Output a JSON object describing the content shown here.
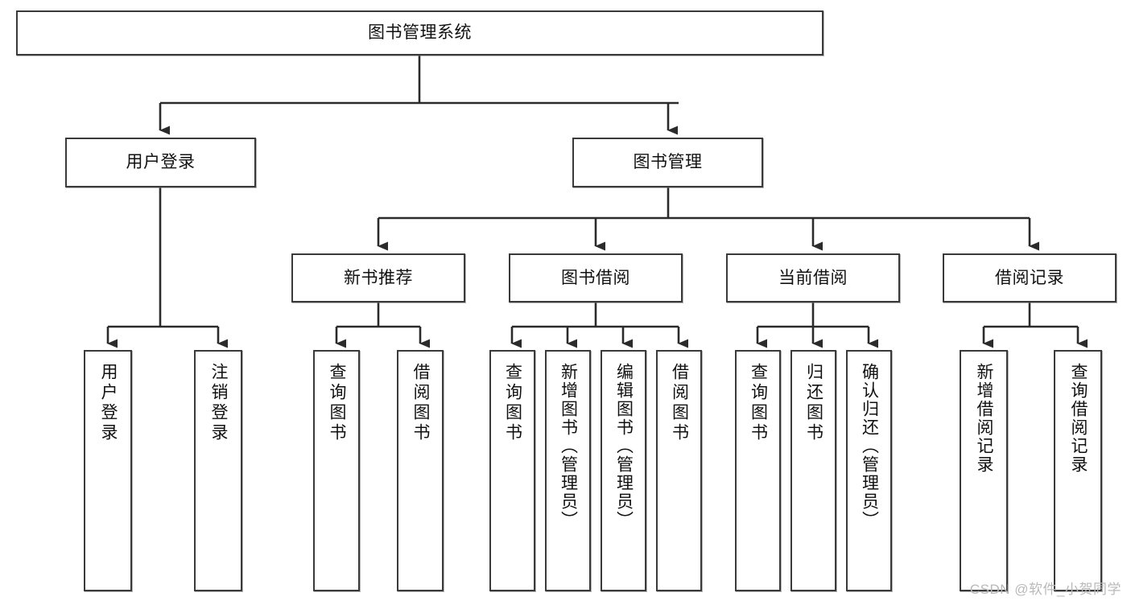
{
  "diagram": {
    "title": "图书管理系统",
    "type": "tree-hierarchy-flowchart",
    "watermark": "CSDN @软件_小贺同学",
    "colors": {
      "box_border": "#3a3a3a",
      "box_fill": "#ffffff",
      "connector": "#2b2b2b",
      "text": "#111111",
      "watermark": "#b9b9b9",
      "background": "#ffffff"
    },
    "root": {
      "label": "图书管理系统"
    },
    "level2": [
      {
        "label": "用户登录"
      },
      {
        "label": "图书管理"
      }
    ],
    "level3": [
      {
        "label": "新书推荐"
      },
      {
        "label": "图书借阅"
      },
      {
        "label": "当前借阅"
      },
      {
        "label": "借阅记录"
      }
    ],
    "leaves": {
      "user_login": [
        {
          "label": "用户登录"
        },
        {
          "label": "注销登录"
        }
      ],
      "new_book_recommend": [
        {
          "label": "查询图书"
        },
        {
          "label": "借阅图书"
        }
      ],
      "book_borrow": [
        {
          "label": "查询图书"
        },
        {
          "label": "新增图书（管理员）"
        },
        {
          "label": "编辑图书（管理员）"
        },
        {
          "label": "借阅图书"
        }
      ],
      "current_borrow": [
        {
          "label": "查询图书"
        },
        {
          "label": "归还图书"
        },
        {
          "label": "确认归还（管理员）"
        }
      ],
      "borrow_record": [
        {
          "label": "新增借阅记录"
        },
        {
          "label": "查询借阅记录"
        }
      ]
    }
  }
}
